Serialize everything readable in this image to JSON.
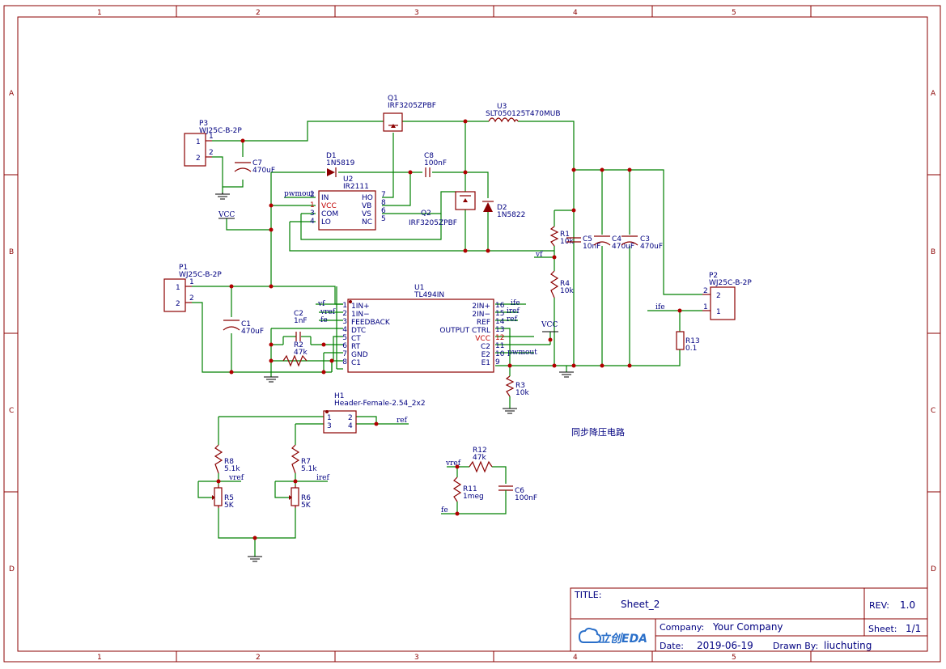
{
  "frame": {
    "columns": [
      "1",
      "2",
      "3",
      "4",
      "5"
    ],
    "rows": [
      "A",
      "B",
      "C",
      "D"
    ]
  },
  "components": {
    "P3": {
      "ref": "P3",
      "value": "WJ25C-B-2P",
      "pins": [
        "1",
        "2"
      ]
    },
    "P1": {
      "ref": "P1",
      "value": "WJ25C-B-2P",
      "pins": [
        "1",
        "2"
      ]
    },
    "P2": {
      "ref": "P2",
      "value": "WJ25C-B-2P",
      "pins": [
        "2",
        "1"
      ]
    },
    "Q1": {
      "ref": "Q1",
      "value": "IRF3205ZPBF"
    },
    "Q2": {
      "ref": "Q2",
      "value": "IRF3205ZPBF"
    },
    "U3": {
      "ref": "U3",
      "value": "SLT050125T470MUB"
    },
    "D1": {
      "ref": "D1",
      "value": "1N5819"
    },
    "D2": {
      "ref": "D2",
      "value": "1N5822"
    },
    "C7": {
      "ref": "C7",
      "value": "470uF"
    },
    "C8": {
      "ref": "C8",
      "value": "100nF"
    },
    "C1": {
      "ref": "C1",
      "value": "470uF"
    },
    "C2": {
      "ref": "C2",
      "value": "1nF"
    },
    "C3": {
      "ref": "C3",
      "value": "470uF"
    },
    "C4": {
      "ref": "C4",
      "value": "470uF"
    },
    "C5": {
      "ref": "C5",
      "value": "10nF"
    },
    "C6": {
      "ref": "C6",
      "value": "100nF"
    },
    "R1": {
      "ref": "R1",
      "value": "10k"
    },
    "R2": {
      "ref": "R2",
      "value": "47k"
    },
    "R3": {
      "ref": "R3",
      "value": "10k"
    },
    "R4": {
      "ref": "R4",
      "value": "10k"
    },
    "R5": {
      "ref": "R5",
      "value": "5K"
    },
    "R6": {
      "ref": "R6",
      "value": "5K"
    },
    "R7": {
      "ref": "R7",
      "value": "5.1k"
    },
    "R8": {
      "ref": "R8",
      "value": "5.1k"
    },
    "R11": {
      "ref": "R11",
      "value": "1meg"
    },
    "R12": {
      "ref": "R12",
      "value": "47k"
    },
    "R13": {
      "ref": "R13",
      "value": "0.1"
    },
    "H1": {
      "ref": "H1",
      "value": "Header-Female-2.54_2x2",
      "pins": [
        "1",
        "2",
        "3",
        "4"
      ]
    },
    "U2": {
      "ref": "U2",
      "value": "IR2111",
      "left_pins": [
        {
          "num": "2",
          "name": "IN"
        },
        {
          "num": "1",
          "name": "VCC"
        },
        {
          "num": "3",
          "name": "COM"
        },
        {
          "num": "4",
          "name": "LO"
        }
      ],
      "right_pins": [
        {
          "num": "7",
          "name": "HO"
        },
        {
          "num": "8",
          "name": "VB"
        },
        {
          "num": "6",
          "name": "VS"
        },
        {
          "num": "5",
          "name": "NC"
        }
      ]
    },
    "U1": {
      "ref": "U1",
      "value": "TL494IN",
      "left_pins": [
        {
          "num": "1",
          "name": "1IN+"
        },
        {
          "num": "2",
          "name": "1IN−"
        },
        {
          "num": "3",
          "name": "FEEDBACK"
        },
        {
          "num": "4",
          "name": "DTC"
        },
        {
          "num": "5",
          "name": "CT"
        },
        {
          "num": "6",
          "name": "RT"
        },
        {
          "num": "7",
          "name": "GND"
        },
        {
          "num": "8",
          "name": "C1"
        }
      ],
      "right_pins": [
        {
          "num": "16",
          "name": "2IN+"
        },
        {
          "num": "15",
          "name": "2IN−"
        },
        {
          "num": "14",
          "name": "REF"
        },
        {
          "num": "13",
          "name": "OUTPUT CTRL"
        },
        {
          "num": "12",
          "name": "VCC"
        },
        {
          "num": "11",
          "name": "C2"
        },
        {
          "num": "10",
          "name": "E2"
        },
        {
          "num": "9",
          "name": "E1"
        }
      ]
    }
  },
  "nets": {
    "vcc": "VCC",
    "pwmout": "pwmout",
    "vf": "vf",
    "vref": "vref",
    "fe": "fe",
    "ife": "ife",
    "iref": "iref",
    "ref": "ref"
  },
  "annotation": "同步降压电路",
  "title_block": {
    "title_label": "TITLE:",
    "title": "Sheet_2",
    "rev_label": "REV:",
    "rev": "1.0",
    "company_label": "Company:",
    "company": "Your Company",
    "sheet_label": "Sheet:",
    "sheet": "1/1",
    "date_label": "Date:",
    "date": "2019-06-19",
    "drawn_label": "Drawn By:",
    "drawn": "liuchuting",
    "logo_text": "立创EDA"
  },
  "colors": {
    "wire": "#008000",
    "symbol": "#8b0000",
    "text": "#000080",
    "junction": "#b00000",
    "pin_red": "#c00000"
  }
}
